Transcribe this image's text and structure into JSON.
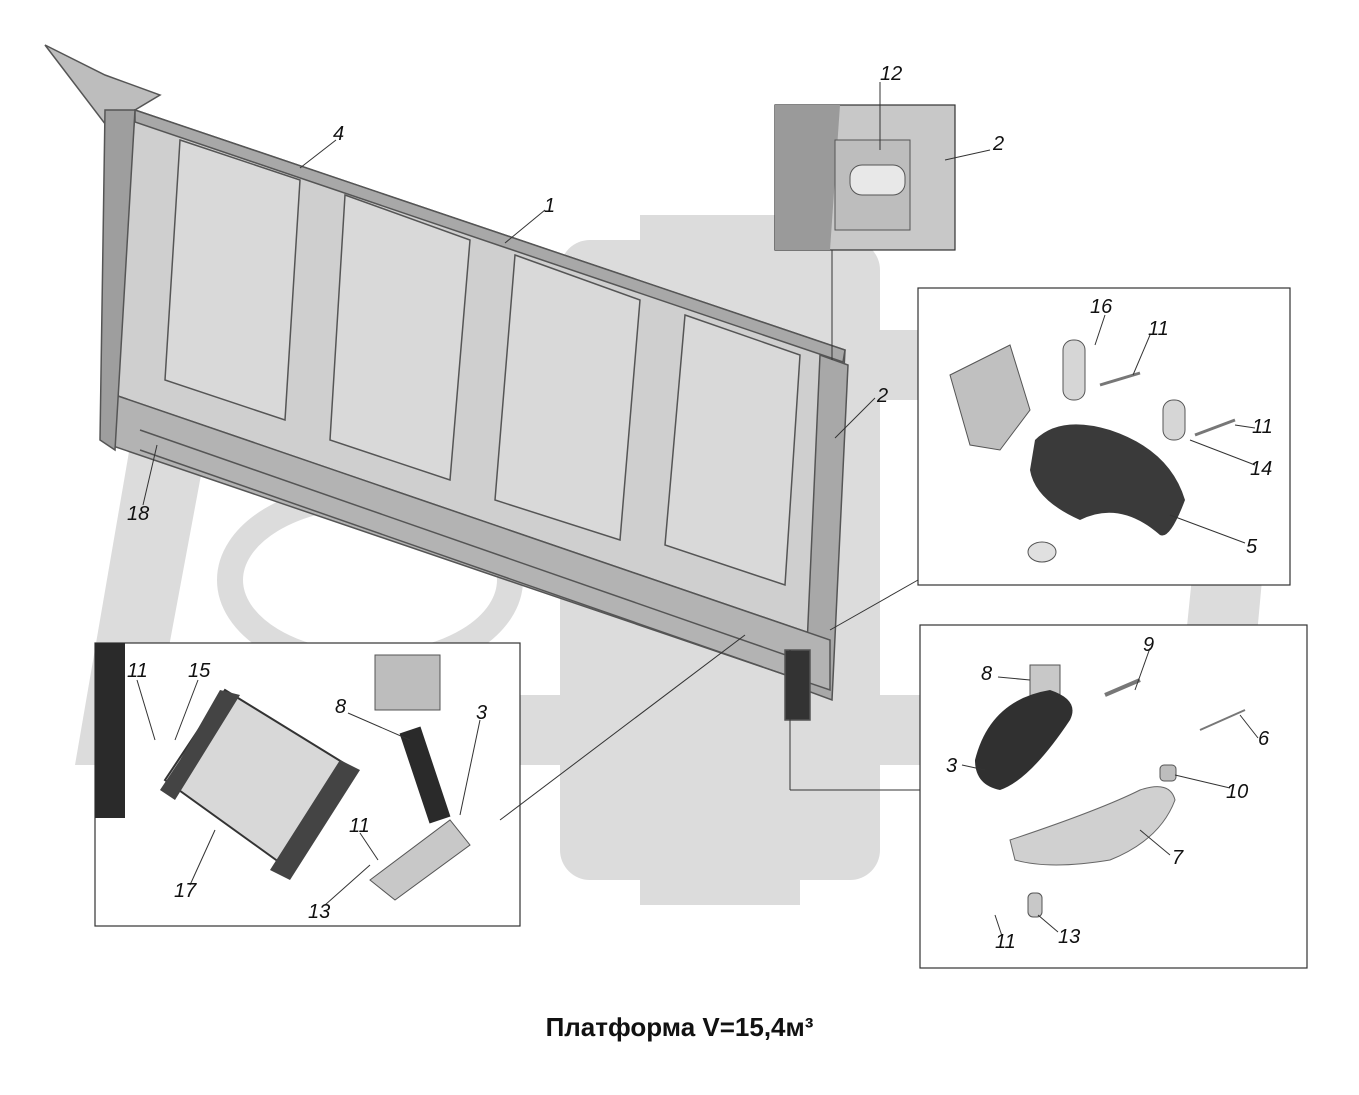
{
  "caption": "Платформа V=15,4м³",
  "callouts": {
    "c1": "1",
    "c2a": "2",
    "c2b": "2",
    "c3a": "3",
    "c3b": "3",
    "c4": "4",
    "c5": "5",
    "c6": "6",
    "c7": "7",
    "c8a": "8",
    "c8b": "8",
    "c9": "9",
    "c10": "10",
    "c11a": "11",
    "c11b": "11",
    "c11c": "11",
    "c11d": "11",
    "c11e": "11",
    "c12": "12",
    "c13a": "13",
    "c13b": "13",
    "c14": "14",
    "c15": "15",
    "c16": "16",
    "c17": "17",
    "c18": "18"
  }
}
